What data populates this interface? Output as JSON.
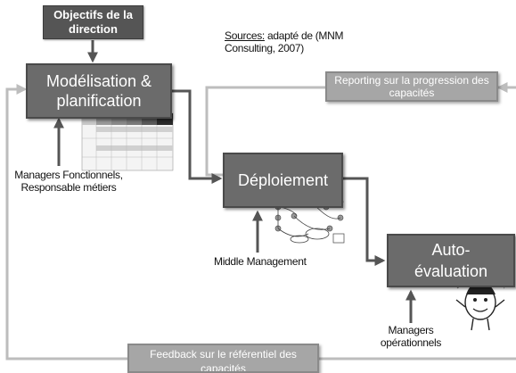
{
  "boxes": {
    "objectifs": "Objectifs de la direction",
    "modelisation": "Modélisation & planification",
    "deploiement": "Déploiement",
    "auto_evaluation": "Auto-évaluation",
    "reporting": "Reporting sur la progression des capacités",
    "feedback": "Feedback sur le référentiel des capacités"
  },
  "labels": {
    "sources_prefix": "Sources:",
    "sources_rest": " adapté de (MNM Consulting, 2007)",
    "managers_fonctionnels": "Managers Fonctionnels, Responsable métiers",
    "middle_management": "Middle Management",
    "managers_operationnels": "Managers opérationnels"
  },
  "colors": {
    "dark_box": "#6b6b6b",
    "light_box": "#a6a6a6",
    "arrow": "#555555",
    "feedback_loop": "#bdbdbd"
  }
}
